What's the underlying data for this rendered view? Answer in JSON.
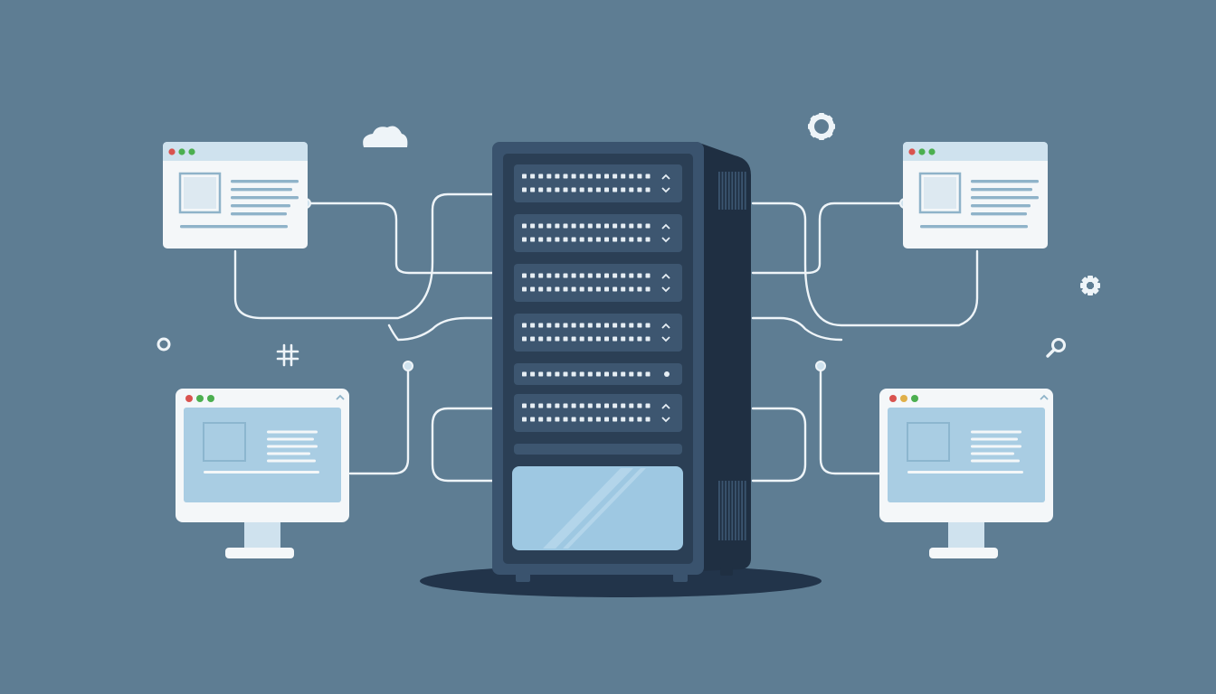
{
  "colors": {
    "background": "#5e7d93",
    "connector": "#eef4f8",
    "window_body": "#f4f7f9",
    "window_titlebar": "#cfe2ee",
    "window_content": "#a9cde3",
    "window_outline": "#8fb3c9",
    "server_body": "#2b3f55",
    "server_frame": "#3a536e",
    "server_side": "#1f2f42",
    "server_unit": "#3d5670",
    "server_led": "#e6eef4",
    "server_glass": "#9ec8e2",
    "shadow": "#22344a",
    "dot_red": "#d9534f",
    "dot_yellow": "#e0b04a",
    "dot_green": "#4caf50"
  },
  "diagram": {
    "central_node": {
      "icon": "server-rack-icon",
      "unit_count": 6,
      "has_glass_panel": true
    },
    "client_nodes": [
      {
        "id": "browser-top-left",
        "kind": "browser-window",
        "titlebar_dots": [
          "red",
          "green",
          "green"
        ]
      },
      {
        "id": "browser-top-right",
        "kind": "browser-window",
        "titlebar_dots": [
          "red",
          "green",
          "green"
        ]
      },
      {
        "id": "monitor-bottom-left",
        "kind": "monitor",
        "titlebar_dots": [
          "red",
          "green",
          "green"
        ]
      },
      {
        "id": "monitor-bottom-right",
        "kind": "monitor",
        "titlebar_dots": [
          "red",
          "yellow",
          "green"
        ]
      }
    ],
    "decorations": [
      "cloud-icon",
      "gear-icon",
      "gear-icon",
      "ring-icon",
      "hash-icon",
      "magnifier-icon"
    ]
  }
}
